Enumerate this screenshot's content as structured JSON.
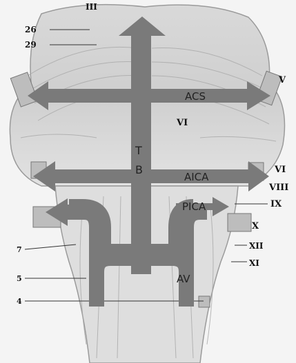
{
  "diagram": {
    "arrow_color": "#7a7a7a",
    "labels": {
      "acs": "ACS",
      "t": "T",
      "b": "B",
      "aica": "AICA",
      "pica": "PICA",
      "av": "AV"
    },
    "nerves": {
      "iii": "III",
      "v": "V",
      "vi_mid": "VI",
      "vi_right": "VI",
      "viii": "VIII",
      "ix": "IX",
      "x": "X",
      "xii": "XII",
      "xi": "XI",
      "n26": "26",
      "n29": "29",
      "n7": "7",
      "n5": "5",
      "n4": "4"
    }
  }
}
